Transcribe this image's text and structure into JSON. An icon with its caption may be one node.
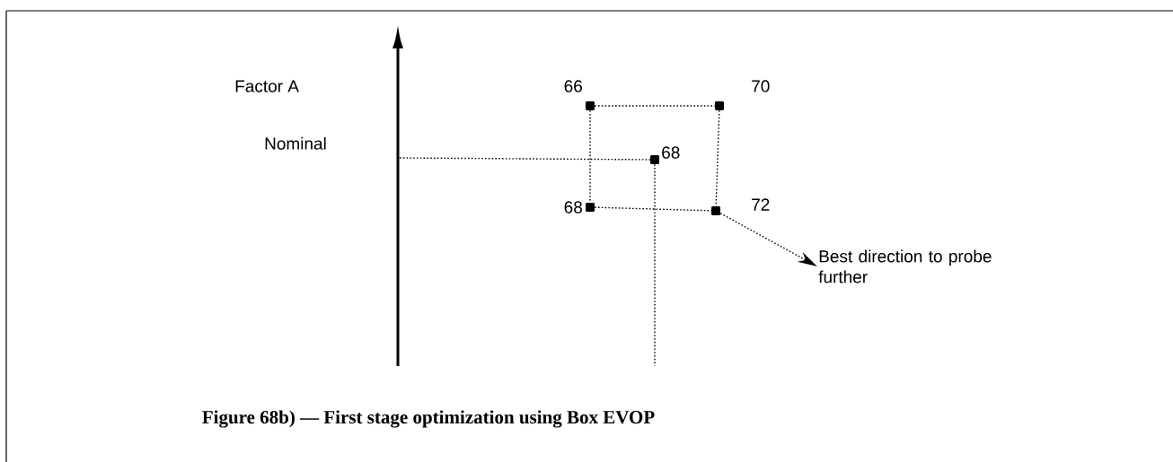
{
  "diagram": {
    "caption": "Figure 68b) — First stage optimization using Box EVOP",
    "nodes": [
      {
        "text": [],
        "shape": "box",
        "beside": [
          "66"
        ]
      },
      {
        "text": [],
        "shape": "box",
        "beside": [
          "70"
        ]
      },
      {
        "text": [],
        "shape": "box",
        "beside": [
          "68"
        ]
      },
      {
        "text": [],
        "shape": "box",
        "beside": [
          "68"
        ]
      },
      {
        "text": [],
        "shape": "box",
        "beside": [
          "72"
        ]
      },
      {
        "text": [
          "Best direction to probe further"
        ]
      }
    ],
    "edges": [
      {
        "from": 0,
        "to": 1,
        "arrow": "none",
        "style": "dashed"
      },
      {
        "from": 0,
        "to": 3,
        "arrow": "none",
        "style": "dashed"
      },
      {
        "from": 1,
        "to": 4,
        "arrow": "none",
        "style": "dashed"
      },
      {
        "from": 3,
        "to": 4,
        "arrow": "none",
        "style": "dashed"
      },
      {
        "from": null,
        "to": 2,
        "arrow": "none",
        "style": "dashed"
      },
      {
        "from": 2,
        "to": null,
        "arrow": "none",
        "style": "dashed"
      },
      {
        "from": 4,
        "to": 5,
        "arrow": "to",
        "style": "dashed"
      }
    ],
    "labels": [
      "Factor A",
      "Nominal"
    ]
  }
}
